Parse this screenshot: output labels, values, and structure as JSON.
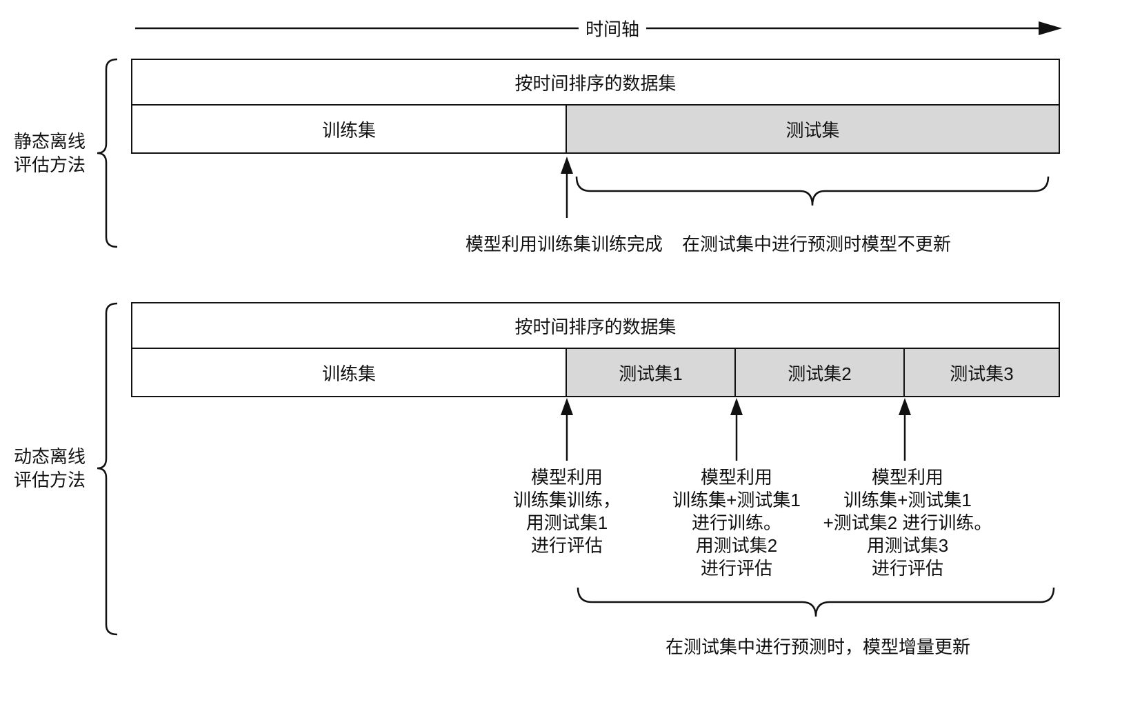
{
  "timeline": {
    "axis_label": "时间轴"
  },
  "static_section": {
    "side_label": "静态离线\n评估方法",
    "dataset_title": "按时间排序的数据集",
    "train_label": "训练集",
    "test_label": "测试集",
    "arrow_note": "模型利用训练集训练完成",
    "brace_note": "在测试集中进行预测时模型不更新"
  },
  "dynamic_section": {
    "side_label": "动态离线\n评估方法",
    "dataset_title": "按时间排序的数据集",
    "train_label": "训练集",
    "test_labels": [
      "测试集1",
      "测试集2",
      "测试集3"
    ],
    "arrow_notes": [
      "模型利用\n训练集训练，\n用测试集1\n进行评估",
      "模型利用\n训练集+测试集1\n进行训练。\n用测试集2\n进行评估",
      "模型利用\n训练集+测试集1\n+测试集2 进行训练。\n用测试集3\n进行评估"
    ],
    "brace_note": "在测试集中进行预测时，模型增量更新"
  },
  "colors": {
    "test_fill": "#d8d8d8",
    "line": "#111111",
    "background": "#ffffff"
  }
}
